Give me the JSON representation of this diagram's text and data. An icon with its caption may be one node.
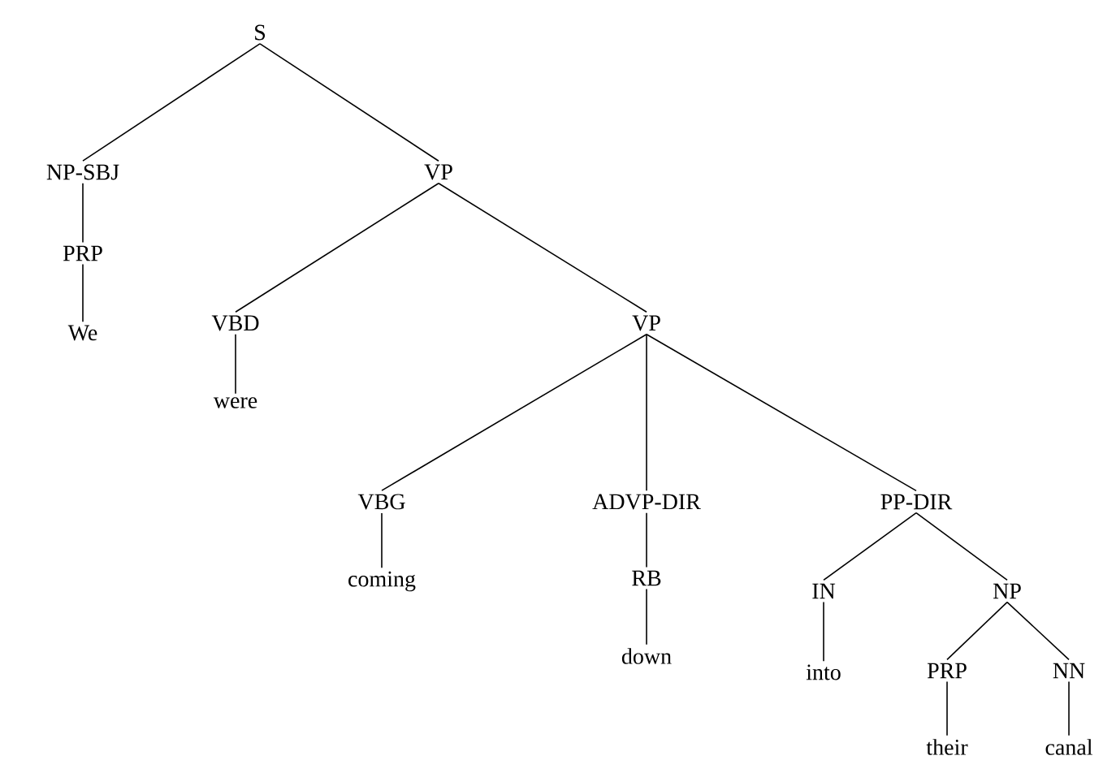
{
  "diagram": {
    "nodes": [
      {
        "text": [
          "S"
        ]
      },
      {
        "text": [
          "NP-SBJ"
        ]
      },
      {
        "text": [
          "PRP"
        ]
      },
      {
        "text": [
          "We"
        ]
      },
      {
        "text": [
          "VP"
        ]
      },
      {
        "text": [
          "VBD"
        ]
      },
      {
        "text": [
          "were"
        ]
      },
      {
        "text": [
          "VP"
        ]
      },
      {
        "text": [
          "VBG"
        ]
      },
      {
        "text": [
          "coming"
        ]
      },
      {
        "text": [
          "ADVP-DIR"
        ]
      },
      {
        "text": [
          "RB"
        ]
      },
      {
        "text": [
          "down"
        ]
      },
      {
        "text": [
          "PP-DIR"
        ]
      },
      {
        "text": [
          "IN"
        ]
      },
      {
        "text": [
          "into"
        ]
      },
      {
        "text": [
          "NP"
        ]
      },
      {
        "text": [
          "PRP"
        ]
      },
      {
        "text": [
          "their"
        ]
      },
      {
        "text": [
          "NN"
        ]
      },
      {
        "text": [
          "canal"
        ]
      }
    ],
    "edges": [
      {
        "from": 0,
        "to": 1,
        "arrow": "none"
      },
      {
        "from": 1,
        "to": 2,
        "arrow": "none"
      },
      {
        "from": 2,
        "to": 3,
        "arrow": "none"
      },
      {
        "from": 0,
        "to": 4,
        "arrow": "none"
      },
      {
        "from": 4,
        "to": 5,
        "arrow": "none"
      },
      {
        "from": 5,
        "to": 6,
        "arrow": "none"
      },
      {
        "from": 4,
        "to": 7,
        "arrow": "none"
      },
      {
        "from": 7,
        "to": 8,
        "arrow": "none"
      },
      {
        "from": 8,
        "to": 9,
        "arrow": "none"
      },
      {
        "from": 7,
        "to": 10,
        "arrow": "none"
      },
      {
        "from": 10,
        "to": 11,
        "arrow": "none"
      },
      {
        "from": 11,
        "to": 12,
        "arrow": "none"
      },
      {
        "from": 7,
        "to": 13,
        "arrow": "none"
      },
      {
        "from": 13,
        "to": 14,
        "arrow": "none"
      },
      {
        "from": 14,
        "to": 15,
        "arrow": "none"
      },
      {
        "from": 13,
        "to": 16,
        "arrow": "none"
      },
      {
        "from": 16,
        "to": 17,
        "arrow": "none"
      },
      {
        "from": 17,
        "to": 18,
        "arrow": "none"
      },
      {
        "from": 16,
        "to": 19,
        "arrow": "none"
      },
      {
        "from": 19,
        "to": 20,
        "arrow": "none"
      }
    ]
  }
}
